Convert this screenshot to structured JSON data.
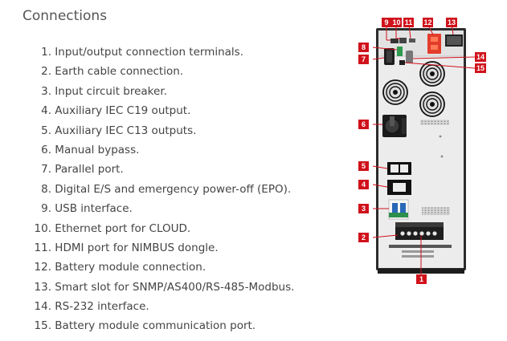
{
  "heading": "Connections",
  "items": [
    {
      "num": "1.",
      "text": "Input/output connection terminals."
    },
    {
      "num": "2.",
      "text": "Earth cable connection."
    },
    {
      "num": "3.",
      "text": "Input circuit breaker."
    },
    {
      "num": "4.",
      "text": "Auxiliary IEC C19 output."
    },
    {
      "num": "5.",
      "text": "Auxiliary IEC C13 outputs."
    },
    {
      "num": "6.",
      "text": "Manual bypass."
    },
    {
      "num": "7.",
      "text": "Parallel port."
    },
    {
      "num": "8.",
      "text": "Digital E/S and emergency power-off (EPO)."
    },
    {
      "num": "9.",
      "text": "USB interface."
    },
    {
      "num": "10.",
      "text": "Ethernet port for CLOUD."
    },
    {
      "num": "11.",
      "text": "HDMI port for NIMBUS dongle."
    },
    {
      "num": "12.",
      "text": "Battery module connection."
    },
    {
      "num": "13.",
      "text": "Smart slot for SNMP/AS400/RS-485-Modbus."
    },
    {
      "num": "14.",
      "text": "RS-232 interface."
    },
    {
      "num": "15.",
      "text": "Battery module communication port."
    }
  ],
  "callouts": {
    "c1": "1",
    "c2": "2",
    "c3": "3",
    "c4": "4",
    "c5": "5",
    "c6": "6",
    "c7": "7",
    "c8": "8",
    "c9": "9",
    "c10": "10",
    "c11": "11",
    "c12": "12",
    "c13": "13",
    "c14": "14",
    "c15": "15"
  },
  "colors": {
    "callout": "#d0121b",
    "panel": "#ececec",
    "body": "#2c2c2c"
  }
}
